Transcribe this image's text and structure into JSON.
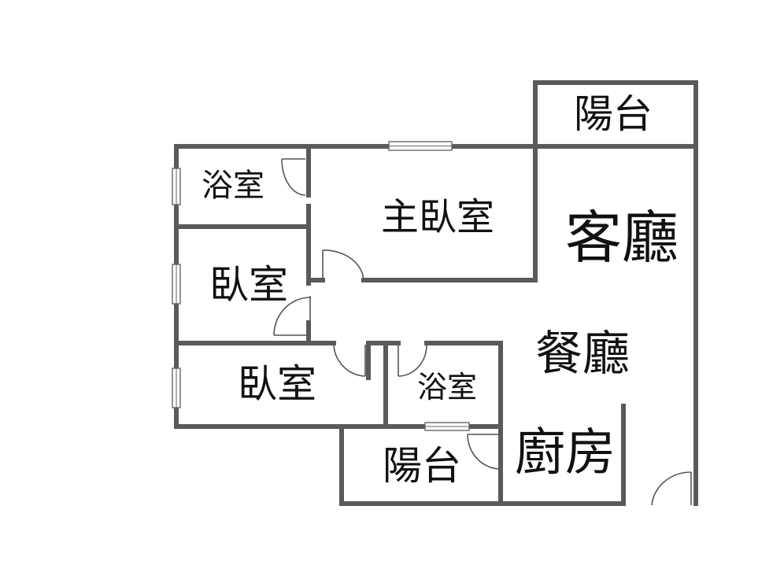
{
  "rooms": {
    "balcony_top": "陽台",
    "living_room": "客廳",
    "dining_room": "餐廳",
    "master_bedroom": "主臥室",
    "bathroom_top": "浴室",
    "bedroom_middle": "臥室",
    "bedroom_lower": "臥室",
    "bathroom_center": "浴室",
    "balcony_bottom": "陽台",
    "kitchen": "廚房"
  },
  "colors": {
    "wall": "#5a5a5a",
    "background": "#ffffff",
    "text": "#111111"
  }
}
